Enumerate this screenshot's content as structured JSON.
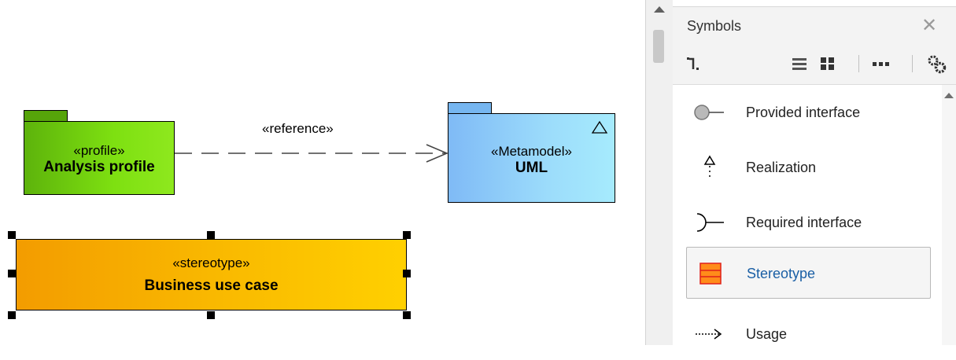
{
  "diagram": {
    "profile_package": {
      "stereotype": "«profile»",
      "name": "Analysis profile"
    },
    "metamodel_package": {
      "stereotype": "«Metamodel»",
      "name": "UML"
    },
    "connector": {
      "label": "«reference»"
    },
    "stereotype_element": {
      "stereotype": "«stereotype»",
      "name": "Business use case"
    },
    "colors": {
      "profile_fill": "#7ee011",
      "metamodel_fill": "#9cdcfb",
      "stereotype_fill": "#f9b800"
    }
  },
  "panel": {
    "title": "Symbols",
    "close_icon": "close-icon",
    "toolbar": {
      "icons": [
        "connector-style-icon",
        "list-view-icon",
        "grid-view-icon",
        "more-icon",
        "settings-icon"
      ]
    },
    "items": [
      {
        "label": "Provided interface",
        "icon": "provided-interface-icon",
        "selected": false
      },
      {
        "label": "Realization",
        "icon": "realization-icon",
        "selected": false
      },
      {
        "label": "Required interface",
        "icon": "required-interface-icon",
        "selected": false
      },
      {
        "label": "Stereotype",
        "icon": "stereotype-icon",
        "selected": true
      },
      {
        "label": "Usage",
        "icon": "usage-icon",
        "selected": false
      }
    ]
  }
}
